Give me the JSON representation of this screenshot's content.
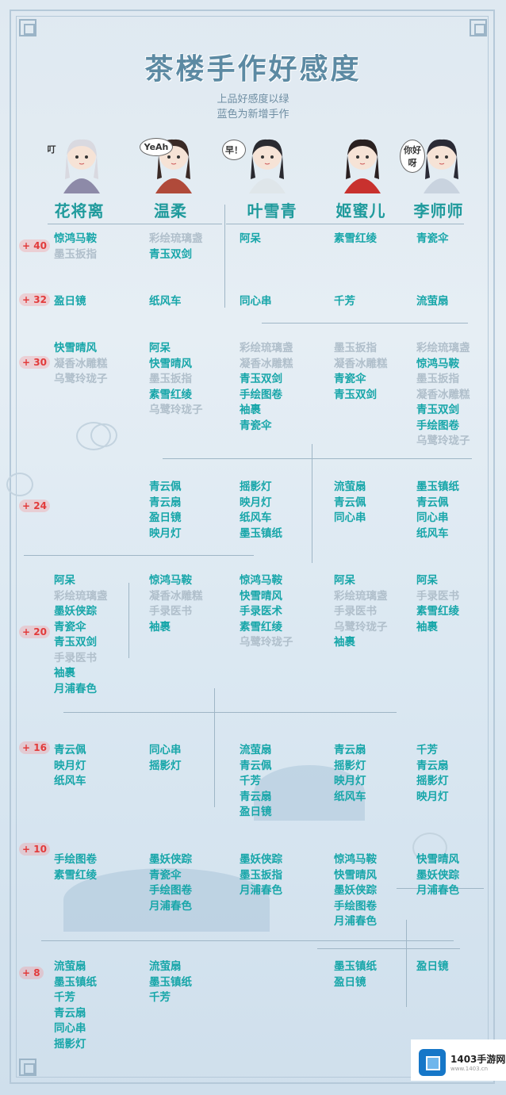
{
  "title": "茶楼手作好感度",
  "subtitle1": "上品好感度以绿",
  "subtitle2": "蓝色为新增手作",
  "colors": {
    "blue_text": "#17a6a9",
    "grey_text": "#b0bfcb",
    "value_red": "#e23b3b",
    "name_teal": "#1f9a9c"
  },
  "characters": [
    {
      "name": "花将离",
      "bubble": "叮"
    },
    {
      "name": "温柔",
      "bubble": "YeAh"
    },
    {
      "name": "叶雪青",
      "bubble": "早！"
    },
    {
      "name": "姬蜜儿",
      "bubble": ""
    },
    {
      "name": "李师师",
      "bubble": "你好呀"
    }
  ],
  "rows": [
    {
      "value": "+ 40",
      "cells": [
        [
          {
            "t": "惊鸿马鞍",
            "g": false
          },
          {
            "t": "墨玉扳指",
            "g": true
          }
        ],
        [
          {
            "t": "彩绘琉璃盏",
            "g": true
          },
          {
            "t": "青玉双剑",
            "g": false
          }
        ],
        [
          {
            "t": "阿呆",
            "g": false
          }
        ],
        [
          {
            "t": "素雪红绫",
            "g": false
          }
        ],
        [
          {
            "t": "青瓷伞",
            "g": false
          }
        ]
      ]
    },
    {
      "value": "+ 32",
      "cells": [
        [
          {
            "t": "盈日镜",
            "g": false
          }
        ],
        [
          {
            "t": "纸风车",
            "g": false
          }
        ],
        [
          {
            "t": "同心串",
            "g": false
          }
        ],
        [
          {
            "t": "千芳",
            "g": false
          }
        ],
        [
          {
            "t": "流萤扇",
            "g": false
          }
        ]
      ]
    },
    {
      "value": "+ 30",
      "cells": [
        [
          {
            "t": "快雪晴风",
            "g": false
          },
          {
            "t": "凝香冰雕糕",
            "g": true
          },
          {
            "t": "乌鹭玲珑子",
            "g": true
          }
        ],
        [
          {
            "t": "阿呆",
            "g": false
          },
          {
            "t": "快雪晴风",
            "g": false
          },
          {
            "t": "墨玉扳指",
            "g": true
          },
          {
            "t": "素雪红绫",
            "g": false
          },
          {
            "t": "乌鹭玲珑子",
            "g": true
          }
        ],
        [
          {
            "t": "彩绘琉璃盏",
            "g": true
          },
          {
            "t": "凝香冰雕糕",
            "g": true
          },
          {
            "t": "青玉双剑",
            "g": false
          },
          {
            "t": "手绘图卷",
            "g": false
          },
          {
            "t": "袖裹",
            "g": false
          },
          {
            "t": "青瓷伞",
            "g": false
          }
        ],
        [
          {
            "t": "墨玉扳指",
            "g": true
          },
          {
            "t": "凝香冰雕糕",
            "g": true
          },
          {
            "t": "青瓷伞",
            "g": false
          },
          {
            "t": "青玉双剑",
            "g": false
          }
        ],
        [
          {
            "t": "彩绘琉璃盏",
            "g": true
          },
          {
            "t": "惊鸿马鞍",
            "g": false
          },
          {
            "t": "墨玉扳指",
            "g": true
          },
          {
            "t": "凝香冰雕糕",
            "g": true
          },
          {
            "t": "青玉双剑",
            "g": false
          },
          {
            "t": "手绘图卷",
            "g": false
          },
          {
            "t": "乌鹭玲珑子",
            "g": true
          }
        ]
      ]
    },
    {
      "value": "+ 24",
      "cells": [
        [],
        [
          {
            "t": "青云佩",
            "g": false
          },
          {
            "t": "青云扇",
            "g": false
          },
          {
            "t": "盈日镜",
            "g": false
          },
          {
            "t": "映月灯",
            "g": false
          }
        ],
        [
          {
            "t": "摇影灯",
            "g": false
          },
          {
            "t": "映月灯",
            "g": false
          },
          {
            "t": "纸风车",
            "g": false
          },
          {
            "t": "墨玉镇纸",
            "g": false
          }
        ],
        [
          {
            "t": "流萤扇",
            "g": false
          },
          {
            "t": "青云佩",
            "g": false
          },
          {
            "t": "同心串",
            "g": false
          }
        ],
        [
          {
            "t": "墨玉镇纸",
            "g": false
          },
          {
            "t": "青云佩",
            "g": false
          },
          {
            "t": "同心串",
            "g": false
          },
          {
            "t": "纸风车",
            "g": false
          }
        ]
      ]
    },
    {
      "value": "+ 20",
      "cells": [
        [
          {
            "t": "阿呆",
            "g": false
          },
          {
            "t": "彩绘琉璃盏",
            "g": true
          },
          {
            "t": "墨妖侠踪",
            "g": false
          },
          {
            "t": "青瓷伞",
            "g": false
          },
          {
            "t": "青玉双剑",
            "g": false
          },
          {
            "t": "手录医书",
            "g": true
          },
          {
            "t": "袖裹",
            "g": false
          },
          {
            "t": "月浦春色",
            "g": false
          }
        ],
        [
          {
            "t": "惊鸿马鞍",
            "g": false
          },
          {
            "t": "凝香冰雕糕",
            "g": true
          },
          {
            "t": "手录医书",
            "g": true
          },
          {
            "t": "袖裹",
            "g": false
          }
        ],
        [
          {
            "t": "惊鸿马鞍",
            "g": false
          },
          {
            "t": "快雪晴风",
            "g": false
          },
          {
            "t": "手录医术",
            "g": false
          },
          {
            "t": "素雪红绫",
            "g": false
          },
          {
            "t": "乌鹭玲珑子",
            "g": true
          }
        ],
        [
          {
            "t": "阿呆",
            "g": false
          },
          {
            "t": "彩绘琉璃盏",
            "g": true
          },
          {
            "t": "手录医书",
            "g": true
          },
          {
            "t": "乌鹭玲珑子",
            "g": true
          },
          {
            "t": "袖裹",
            "g": false
          }
        ],
        [
          {
            "t": "阿呆",
            "g": false
          },
          {
            "t": "手录医书",
            "g": true
          },
          {
            "t": "素雪红绫",
            "g": false
          },
          {
            "t": "袖裹",
            "g": false
          }
        ]
      ]
    },
    {
      "value": "+ 16",
      "cells": [
        [
          {
            "t": "青云佩",
            "g": false
          },
          {
            "t": "映月灯",
            "g": false
          },
          {
            "t": "纸风车",
            "g": false
          }
        ],
        [
          {
            "t": "同心串",
            "g": false
          },
          {
            "t": "摇影灯",
            "g": false
          }
        ],
        [
          {
            "t": "流萤扇",
            "g": false
          },
          {
            "t": "青云佩",
            "g": false
          },
          {
            "t": "千芳",
            "g": false
          },
          {
            "t": "青云扇",
            "g": false
          },
          {
            "t": "盈日镜",
            "g": false
          }
        ],
        [
          {
            "t": "青云扇",
            "g": false
          },
          {
            "t": "摇影灯",
            "g": false
          },
          {
            "t": "映月灯",
            "g": false
          },
          {
            "t": "纸风车",
            "g": false
          }
        ],
        [
          {
            "t": "千芳",
            "g": false
          },
          {
            "t": "青云扇",
            "g": false
          },
          {
            "t": "摇影灯",
            "g": false
          },
          {
            "t": "映月灯",
            "g": false
          }
        ]
      ]
    },
    {
      "value": "+ 10",
      "cells": [
        [
          {
            "t": "手绘图卷",
            "g": false
          },
          {
            "t": "素雪红绫",
            "g": false
          }
        ],
        [
          {
            "t": "墨妖侠踪",
            "g": false
          },
          {
            "t": "青瓷伞",
            "g": false
          },
          {
            "t": "手绘图卷",
            "g": false
          },
          {
            "t": "月浦春色",
            "g": false
          }
        ],
        [
          {
            "t": "墨妖侠踪",
            "g": false
          },
          {
            "t": "墨玉扳指",
            "g": false
          },
          {
            "t": "月浦春色",
            "g": false
          }
        ],
        [
          {
            "t": "惊鸿马鞍",
            "g": false
          },
          {
            "t": "快雪晴风",
            "g": false
          },
          {
            "t": "墨妖侠踪",
            "g": false
          },
          {
            "t": "手绘图卷",
            "g": false
          },
          {
            "t": "月浦春色",
            "g": false
          }
        ],
        [
          {
            "t": "快雪晴风",
            "g": false
          },
          {
            "t": "墨妖侠踪",
            "g": false
          },
          {
            "t": "月浦春色",
            "g": false
          }
        ]
      ]
    },
    {
      "value": "+ 8",
      "cells": [
        [
          {
            "t": "流萤扇",
            "g": false
          },
          {
            "t": "墨玉镇纸",
            "g": false
          },
          {
            "t": "千芳",
            "g": false
          },
          {
            "t": "青云扇",
            "g": false
          },
          {
            "t": "同心串",
            "g": false
          },
          {
            "t": "摇影灯",
            "g": false
          }
        ],
        [
          {
            "t": "流萤扇",
            "g": false
          },
          {
            "t": "墨玉镇纸",
            "g": false
          },
          {
            "t": "千芳",
            "g": false
          }
        ],
        [],
        [
          {
            "t": "墨玉镇纸",
            "g": false
          },
          {
            "t": "盈日镜",
            "g": false
          }
        ],
        [
          {
            "t": "盈日镜",
            "g": false
          }
        ]
      ]
    }
  ],
  "watermark": {
    "brand": "1403手游网",
    "url": "www.1403.cn"
  }
}
